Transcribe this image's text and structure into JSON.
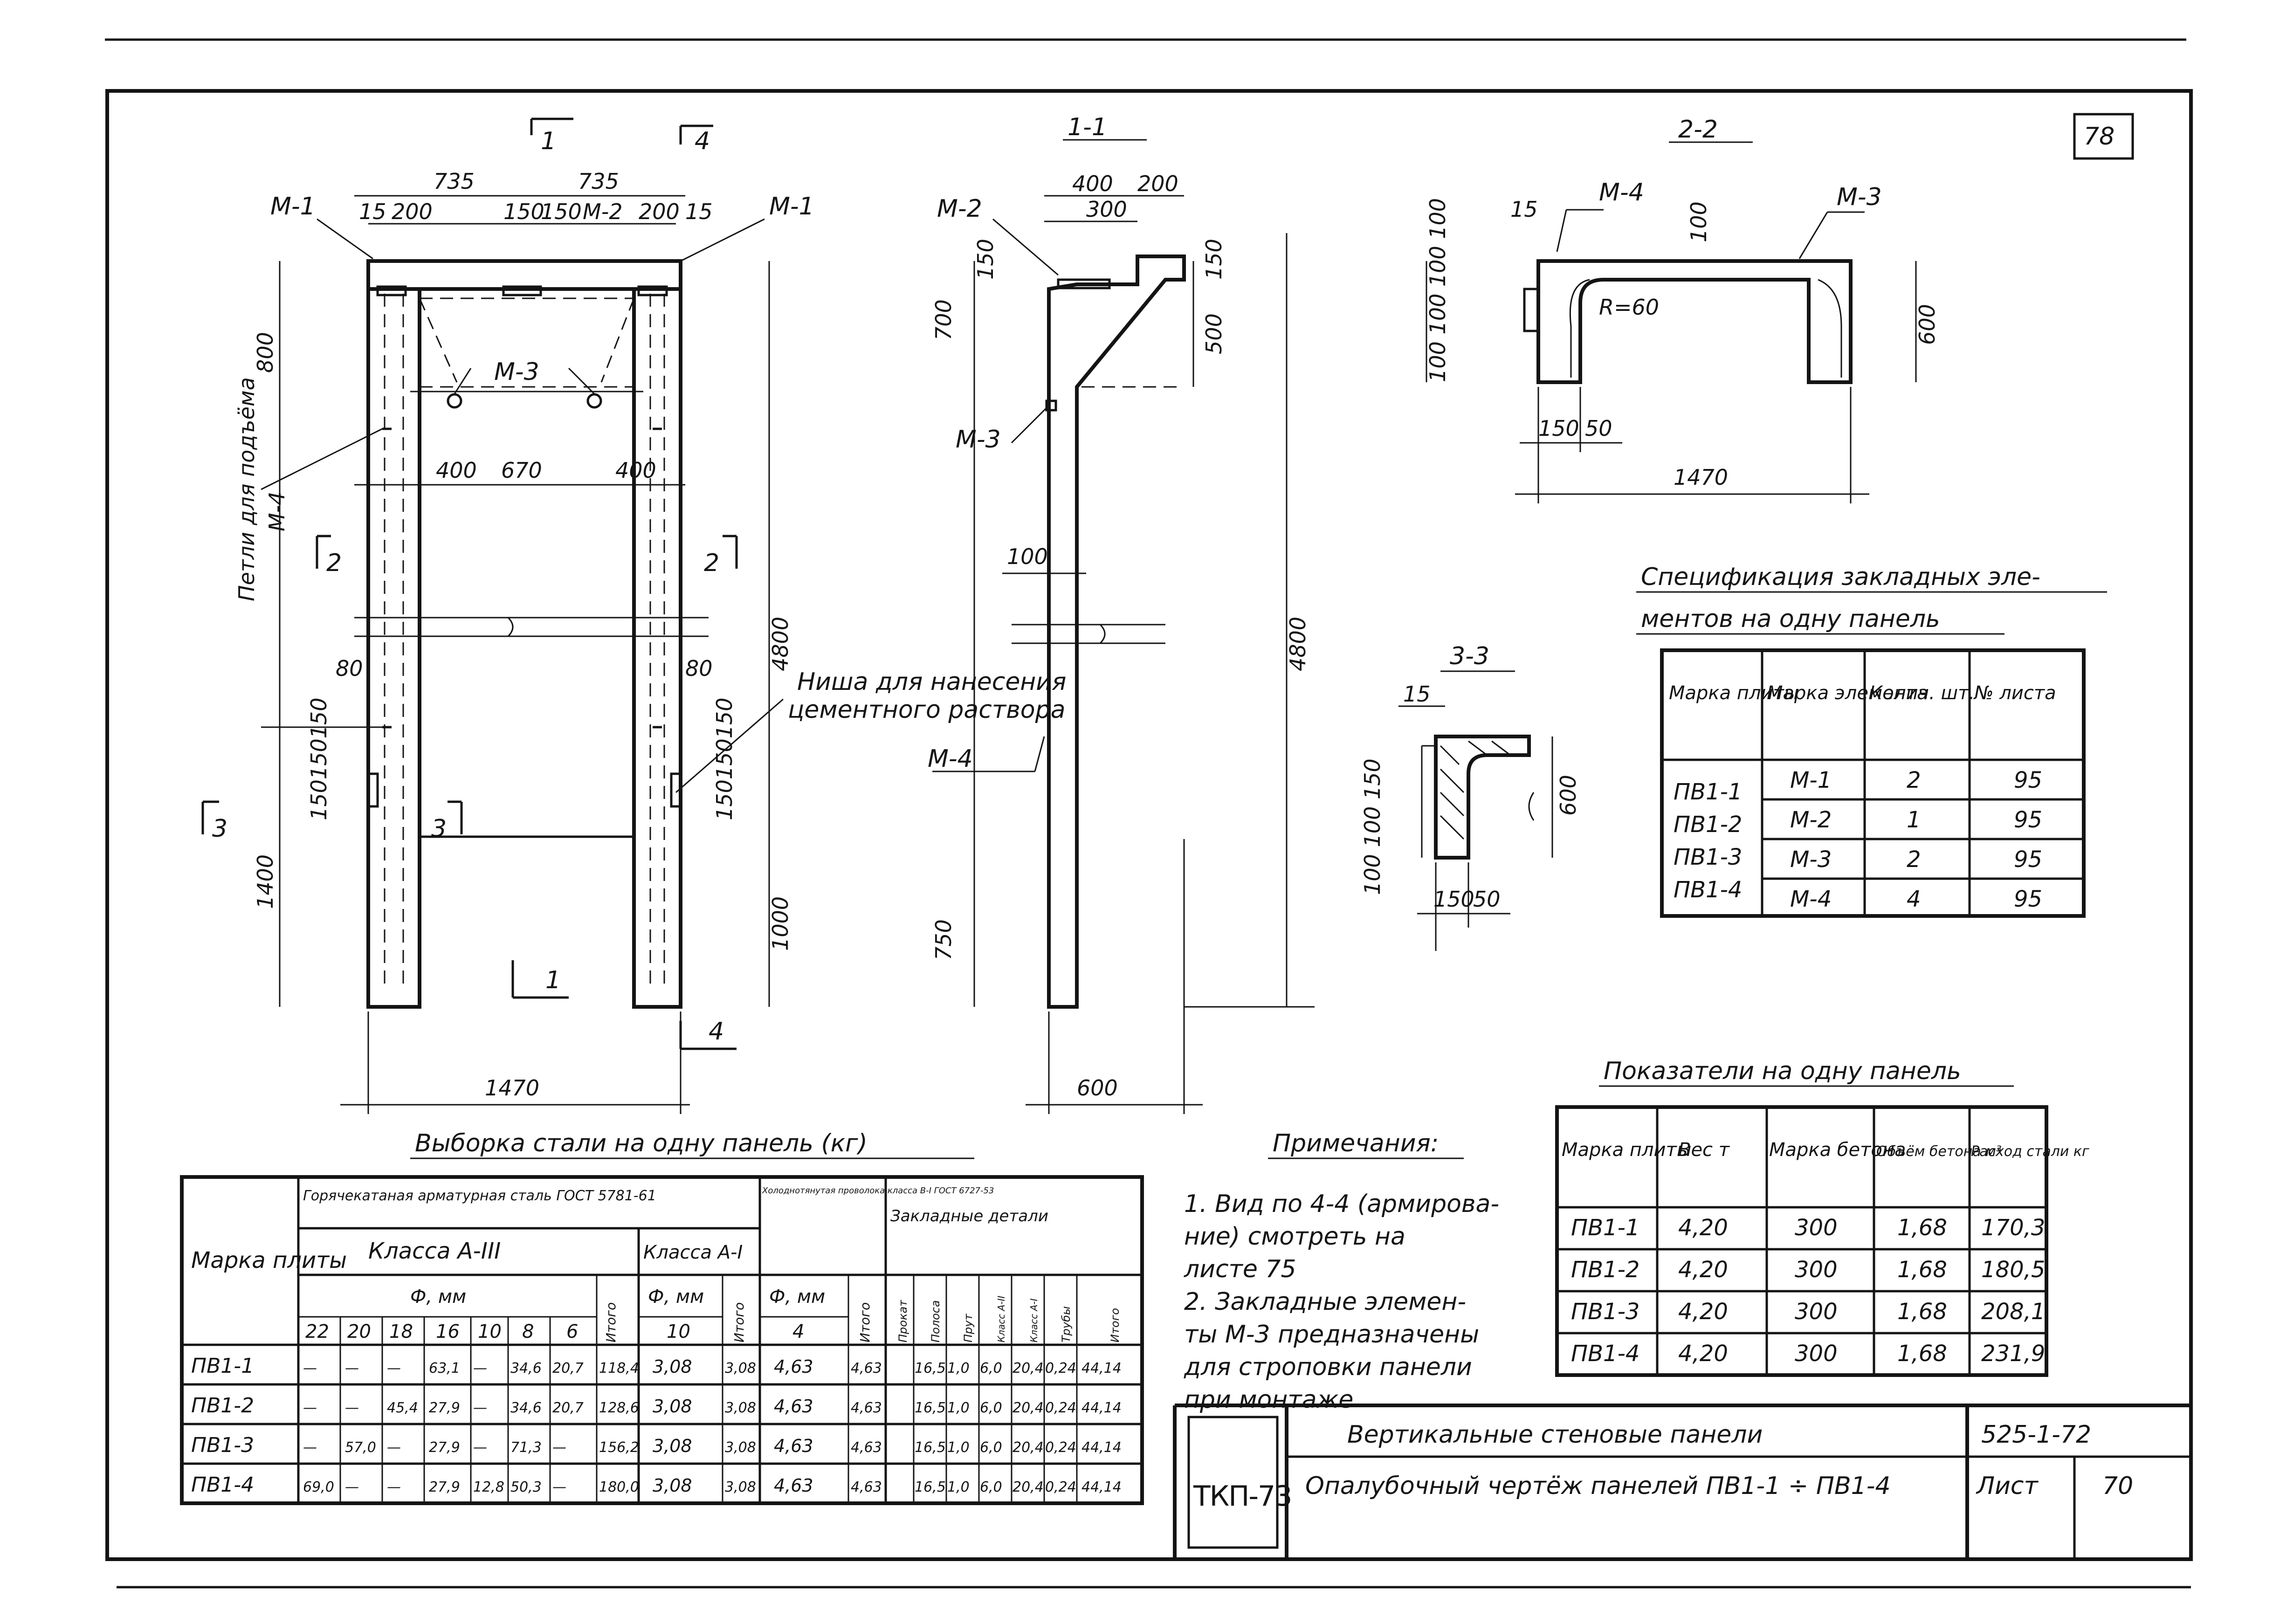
{
  "sheet": {
    "corner_number": "78",
    "stamp": "ТКП-73",
    "title_main": "Вертикальные стеновые панели",
    "title_sub": "Опалубочный чертёж панелей ПВ1-1 ÷ ПВ1-4",
    "doc_code": "525-1-72",
    "sheet_label": "Лист",
    "sheet_no": "70"
  },
  "front_view": {
    "mark_left": "М-1",
    "mark_right": "М-1",
    "mark_mid": "М-2",
    "mark_m3": "М-3",
    "mark_m4": "М-4",
    "section_1_top": "1",
    "section_4_top": "4",
    "section_1_bottom": "1",
    "section_4_bottom": "4",
    "section_2": "2",
    "section_3": "3",
    "d_735a": "735",
    "d_735b": "735",
    "d_15a": "15",
    "d_200a": "200",
    "d_150a": "150",
    "d_150b": "150",
    "d_200b": "200",
    "d_15b": "15",
    "d_800": "800",
    "d_400a": "400",
    "d_670": "670",
    "d_400b": "400",
    "d_80a": "80",
    "d_80b": "80",
    "d_4800": "4800",
    "d_1400": "1400",
    "d_1000": "1000",
    "d_small_l": "150150150",
    "d_small_r": "150150150",
    "d_1470": "1470",
    "note_loops": "Петли для подъёма",
    "note_niche_1": "Ниша для нанесения",
    "note_niche_2": "цементного раствора"
  },
  "section_1": {
    "title": "1-1",
    "d_400": "400",
    "d_200": "200",
    "d_300": "300",
    "d_150": "150",
    "d_700": "700",
    "d_500": "500",
    "d_150b": "150",
    "d_100": "100",
    "d_4800": "4800",
    "d_750": "750",
    "d_600": "600",
    "mark_m2": "М-2",
    "mark_m3": "М-3",
    "mark_m4": "М-4"
  },
  "section_2": {
    "title": "2-2",
    "mark_m4": "М-4",
    "mark_m3": "М-3",
    "d_15": "15",
    "d_100": "100",
    "d_600": "600",
    "d_r60": "R=60",
    "d_150": "150",
    "d_50": "50",
    "d_1470": "1470",
    "d_left": "100 100 100 100"
  },
  "section_3": {
    "title": "3-3",
    "d_15": "15",
    "d_600": "600",
    "d_150": "150",
    "d_50": "50",
    "d_left": "100 100 150"
  },
  "spec_table": {
    "title_1": "Спецификация закладных эле-",
    "title_2": "ментов на одну панель",
    "headers": [
      "Марка плиты",
      "Марка элемента",
      "Колич. шт.",
      "№ листа"
    ],
    "plates": [
      "ПВ1-1",
      "ПВ1-2",
      "ПВ1-3",
      "ПВ1-4"
    ],
    "rows": [
      {
        "el": "М-1",
        "qty": "2",
        "sheet": "95"
      },
      {
        "el": "М-2",
        "qty": "1",
        "sheet": "95"
      },
      {
        "el": "М-3",
        "qty": "2",
        "sheet": "95"
      },
      {
        "el": "М-4",
        "qty": "4",
        "sheet": "95"
      }
    ]
  },
  "indicators_table": {
    "title": "Показатели на одну панель",
    "headers": [
      "Марка плиты",
      "Вес т",
      "Марка бетона",
      "Объём бетона м³",
      "Расход стали кг"
    ],
    "rows": [
      [
        "ПВ1-1",
        "4,20",
        "300",
        "1,68",
        "170,3"
      ],
      [
        "ПВ1-2",
        "4,20",
        "300",
        "1,68",
        "180,5"
      ],
      [
        "ПВ1-3",
        "4,20",
        "300",
        "1,68",
        "208,1"
      ],
      [
        "ПВ1-4",
        "4,20",
        "300",
        "1,68",
        "231,9"
      ]
    ]
  },
  "steel_table": {
    "title": "Выборка стали на одну панель (кг)",
    "h_mark": "Марка плиты",
    "h_hot": "Горячекатаная арматурная сталь ГОСТ 5781-61",
    "h_class3": "Класса А-III",
    "h_class1": "Класса А-I",
    "h_cold": "Холоднотянутая проволока класса В-I ГОСТ 6727-53",
    "h_embedded": "Закладные детали",
    "h_dia": "Ф, мм",
    "h_total": "Итого",
    "sub_a3": [
      "22",
      "20",
      "18",
      "16",
      "10",
      "8",
      "6"
    ],
    "sub_a1": "10",
    "sub_b1": "4",
    "sub_emb": [
      "Прокат",
      "Полоса",
      "Прут",
      "Класс А-II",
      "Класс А-I",
      "Трубы",
      "Итого"
    ],
    "rows": [
      [
        "ПВ1-1",
        "—",
        "—",
        "—",
        "63,1",
        "—",
        "34,6",
        "20,7",
        "118,4",
        "3,08",
        "3,08",
        "4,63",
        "4,63",
        "16,5",
        "1,0",
        "6,0",
        "20,4",
        "0,24",
        "44,14"
      ],
      [
        "ПВ1-2",
        "—",
        "—",
        "45,4",
        "27,9",
        "—",
        "34,6",
        "20,7",
        "128,6",
        "3,08",
        "3,08",
        "4,63",
        "4,63",
        "16,5",
        "1,0",
        "6,0",
        "20,4",
        "0,24",
        "44,14"
      ],
      [
        "ПВ1-3",
        "—",
        "57,0",
        "—",
        "27,9",
        "—",
        "71,3",
        "—",
        "156,2",
        "3,08",
        "3,08",
        "4,63",
        "4,63",
        "16,5",
        "1,0",
        "6,0",
        "20,4",
        "0,24",
        "44,14"
      ],
      [
        "ПВ1-4",
        "69,0",
        "—",
        "—",
        "27,9",
        "12,8",
        "50,3",
        "—",
        "180,0",
        "3,08",
        "3,08",
        "4,63",
        "4,63",
        "16,5",
        "1,0",
        "6,0",
        "20,4",
        "0,24",
        "44,14"
      ]
    ]
  },
  "notes": {
    "title": "Примечания:",
    "lines": [
      "1. Вид по 4-4 (армирова-",
      "ние) смотреть на",
      "листе 75",
      "2. Закладные элемен-",
      "ты М-3 предназначены",
      "для строповки панели",
      "при монтаже"
    ]
  }
}
